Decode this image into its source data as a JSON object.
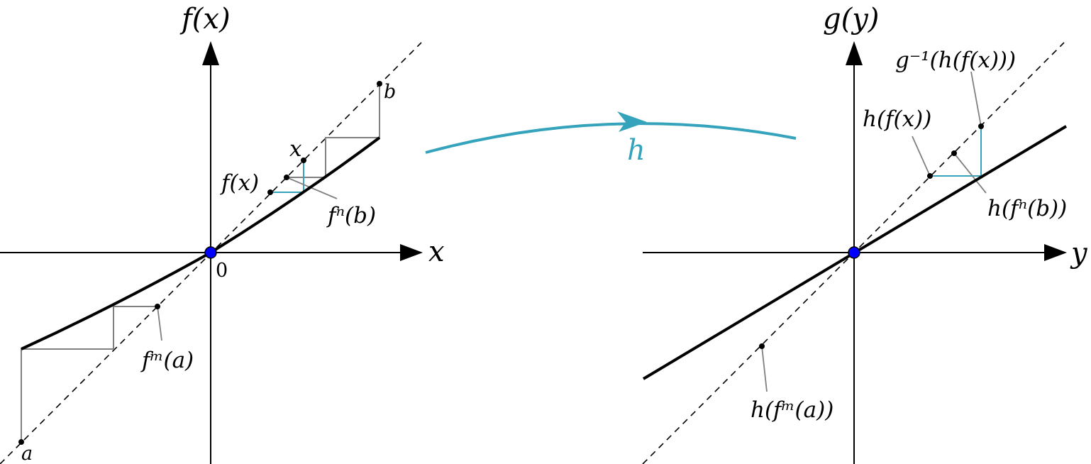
{
  "left_panel": {
    "y_axis_label": "f(x)",
    "x_axis_label": "x",
    "origin_label": "0",
    "point_a_label": "a",
    "point_b_label": "b",
    "point_x_label": "x",
    "point_fx_label": "f(x)",
    "fn_b_label": "fⁿ(b)",
    "fm_a_label": "fᵐ(a)"
  },
  "arrow": {
    "label": "h",
    "color": "#35a3bb"
  },
  "right_panel": {
    "y_axis_label": "g(y)",
    "x_axis_label": "y",
    "h_fx_label": "h(f(x))",
    "ginv_label": "g⁻¹(h(f(x)))",
    "h_fn_b_label": "h(fⁿ(b))",
    "h_fm_a_label": "h(fᵐ(a))"
  },
  "colors": {
    "curve": "#000000",
    "identity_line": "#000000",
    "staircase": "#808080",
    "highlight": "#35a3bb",
    "fixed_point": "#0000ff"
  }
}
